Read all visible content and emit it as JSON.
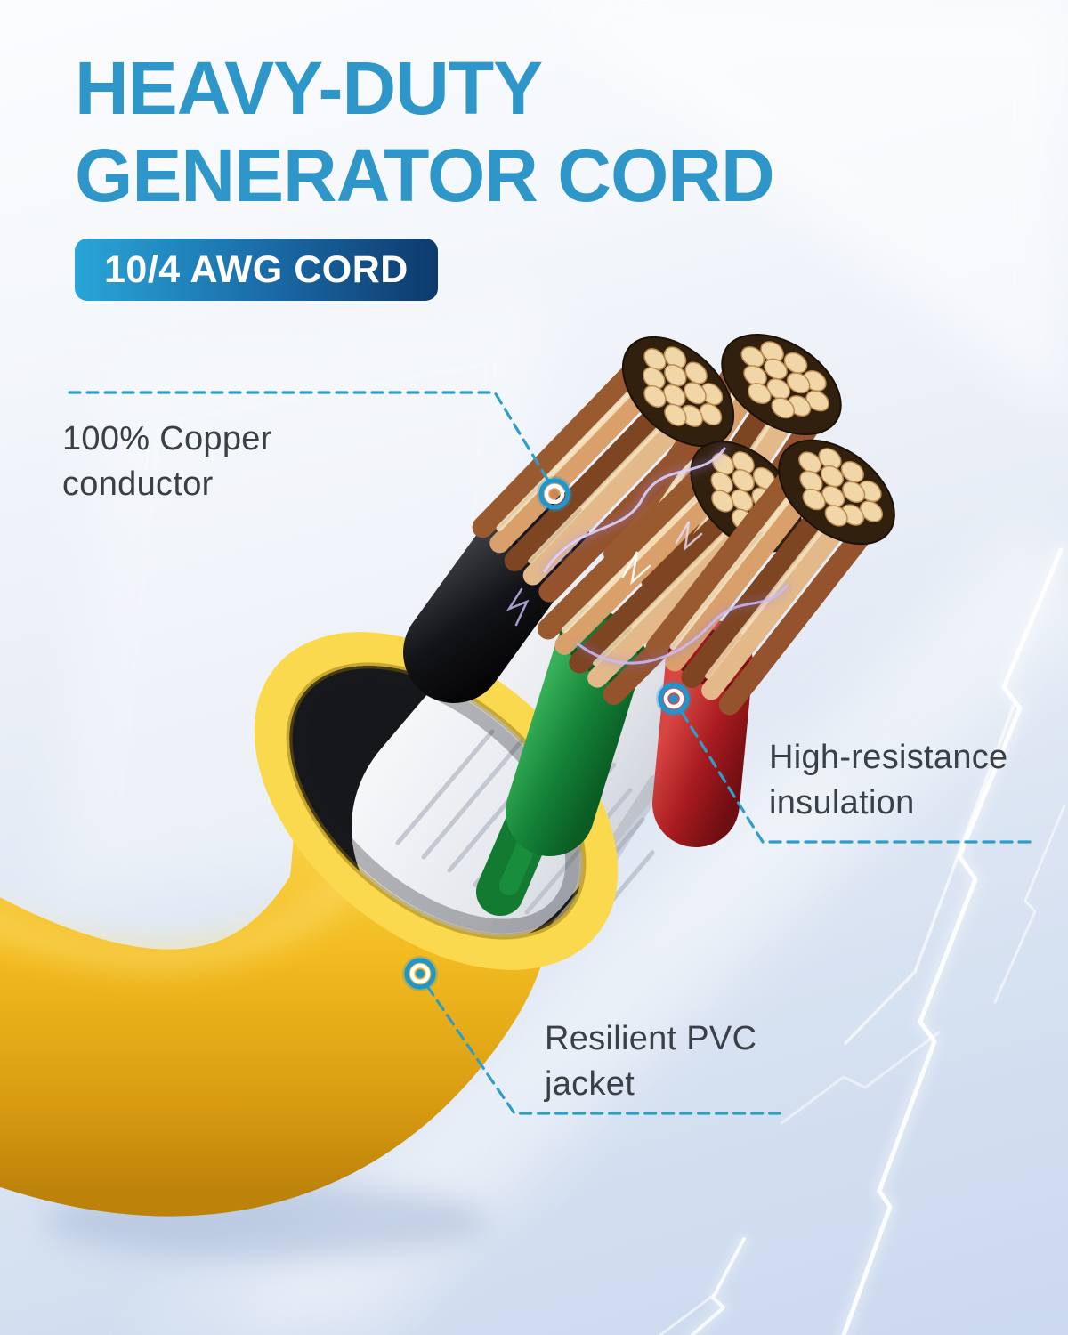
{
  "header": {
    "title_line1": "HEAVY-DUTY",
    "title_line2": "GENERATOR CORD",
    "badge_label": "10/4 AWG CORD"
  },
  "callouts": {
    "copper": {
      "line1": "100% Copper",
      "line2": "conductor"
    },
    "insulation": {
      "line1": "High-resistance",
      "line2": "insulation"
    },
    "jacket": {
      "line1": "Resilient PVC",
      "line2": "jacket"
    }
  },
  "palette": {
    "title_blue": "#2e96c9",
    "badge_gradient_start": "#29a5d8",
    "badge_gradient_end": "#0d3a6c",
    "badge_text": "#ffffff",
    "callout_text": "#3a4047",
    "callout_line": "#2e9dc8",
    "marker_blue": "#2196cc",
    "jacket_yellow": "#f0b91c",
    "wrap_white": "#e9ebef",
    "conductor_black": "#141519",
    "conductor_green": "#15913a",
    "conductor_red": "#a81b20",
    "copper": "#c08045",
    "copper_strand_tip": "#f0d6a6"
  }
}
